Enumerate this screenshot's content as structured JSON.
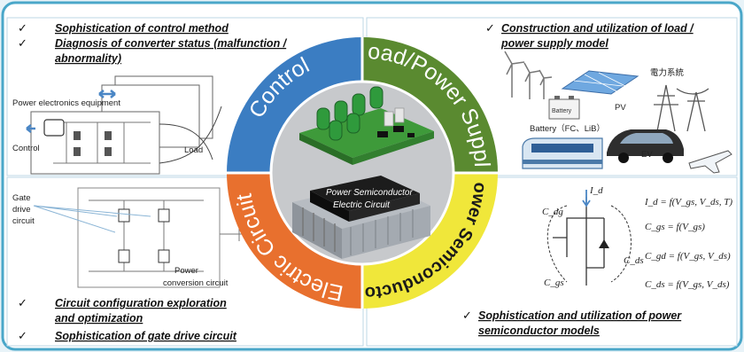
{
  "top_left": {
    "items": [
      "Sophistication of control method",
      "Diagnosis of converter status (malfunction /",
      "abnormality)"
    ],
    "labels": {
      "equipment": "Power electronics equipment",
      "control": "Control",
      "load": "Load"
    }
  },
  "top_right": {
    "items": [
      "Construction and utilization of load /",
      "power supply model"
    ],
    "labels": {
      "pv": "PV",
      "grid": "電力系統",
      "battery_box": "Battery",
      "battery": "Battery（FC、LiB）",
      "ev": "EV"
    }
  },
  "bottom_left": {
    "labels": {
      "gate_drive": [
        "Gate",
        "drive",
        "circuit"
      ],
      "conversion": [
        "Power",
        "conversion circuit"
      ]
    },
    "items": [
      "Circuit configuration exploration",
      "and optimization",
      "Sophistication of gate drive circuit"
    ]
  },
  "bottom_right": {
    "equations": [
      "I_d = f(V_gs, V_ds, T)",
      "C_gs = f(V_gs)",
      "C_gd = f(V_gs, V_ds)",
      "C_ds = f(V_gs, V_ds)"
    ],
    "labels": {
      "cdg": "C_dg",
      "cgs": "C_gs",
      "cds": "C_ds",
      "id": "I_d"
    },
    "items": [
      "Sophistication and utilization of power",
      "semiconductor models"
    ]
  },
  "ring": {
    "control": "Control",
    "load": "Load/Power Supply",
    "semi": "Power Semiconductor",
    "circuit": "Electric Circuit"
  },
  "center": [
    "Power Semiconductor",
    "Electric Circuit"
  ],
  "check_mark": "✓",
  "colors": {
    "control": "#3b7dc2",
    "load": "#5a8a30",
    "semi": "#f0e73a",
    "circuit": "#e8702e",
    "border": "#4aa7c9"
  }
}
